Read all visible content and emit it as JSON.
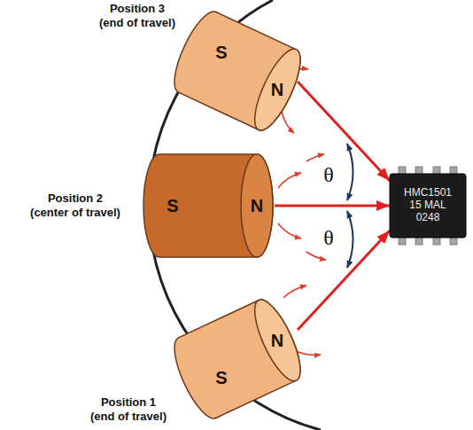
{
  "diagram": {
    "nodes": [
      {
        "text": [
          "S",
          "N"
        ]
      },
      {
        "text": [
          "S",
          "N"
        ]
      },
      {
        "text": [
          "HMC1501 15 MAL 0248"
        ]
      },
      {
        "text": [
          "S",
          "N"
        ]
      }
    ],
    "edges": [
      {
        "from": 0,
        "to": 2,
        "arrow": "to"
      },
      {
        "from": 1,
        "to": 2,
        "arrow": "to"
      },
      {
        "from": 3,
        "to": 2,
        "arrow": "to"
      }
    ],
    "labels": [
      "Position 3 (end of travel)",
      "Position 2 (center of travel)",
      "Position 1 (end of travel)",
      "θ",
      "θ"
    ]
  }
}
